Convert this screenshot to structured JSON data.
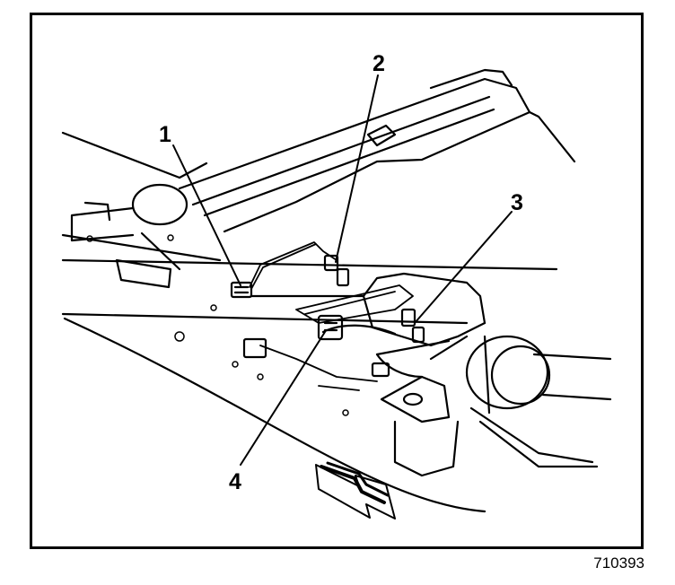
{
  "figure": {
    "id": "710393",
    "callouts": [
      {
        "label": "1",
        "part": "callout-1"
      },
      {
        "label": "2",
        "part": "callout-2"
      },
      {
        "label": "3",
        "part": "callout-3"
      },
      {
        "label": "4",
        "part": "callout-4"
      }
    ],
    "icons": [
      "front-direction-arrow-icon"
    ],
    "colors": {
      "ink": "#000000",
      "paper": "#ffffff"
    }
  }
}
